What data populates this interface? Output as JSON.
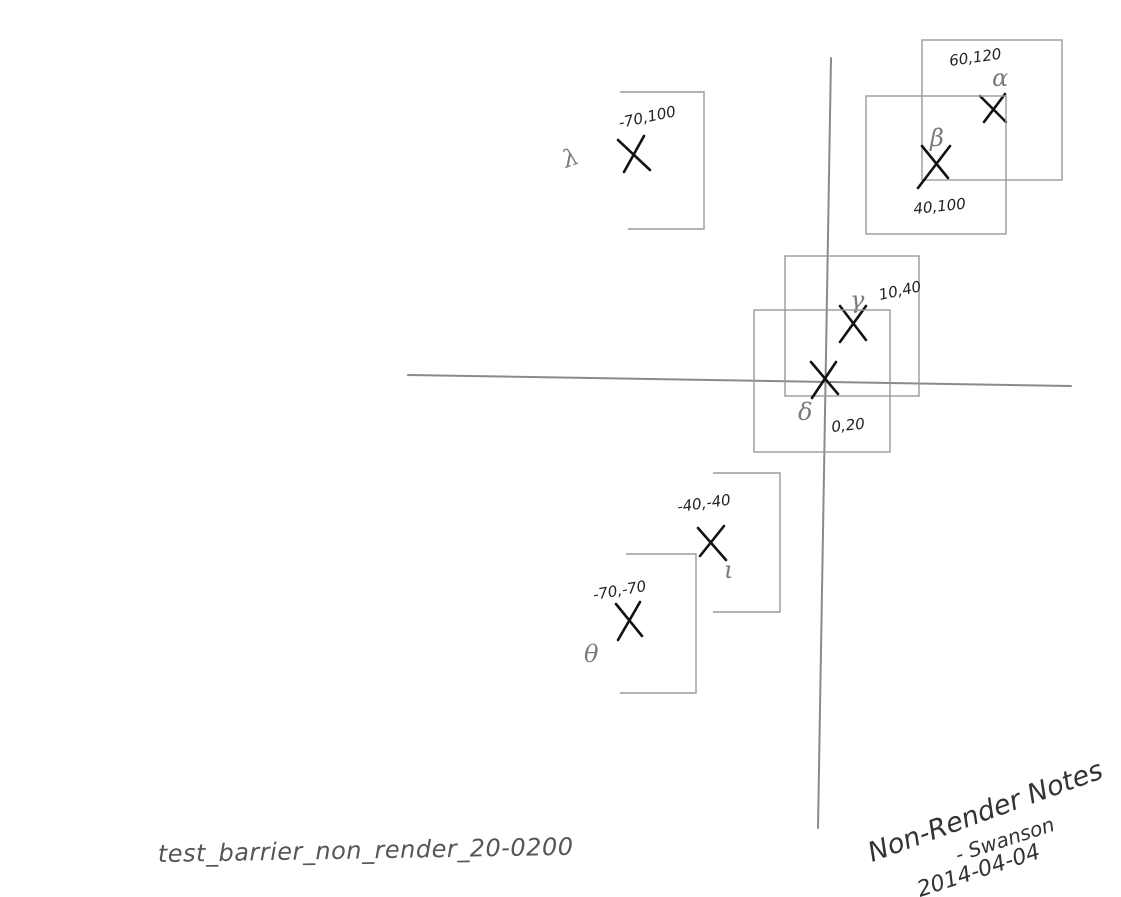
{
  "sketch": {
    "markers": [
      {
        "name": "a",
        "greek": "α",
        "coord": "60,120"
      },
      {
        "name": "b",
        "greek": "β",
        "coord": "40,100"
      },
      {
        "name": "c",
        "greek": "γ",
        "coord": "10,40"
      },
      {
        "name": "d",
        "greek": "δ",
        "coord": "0,20"
      },
      {
        "name": "e",
        "greek": "ι",
        "coord": "-40,-40"
      },
      {
        "name": "f",
        "greek": "θ",
        "coord": "-70,-70"
      },
      {
        "name": "g",
        "greek": "λ",
        "coord": "-70,100"
      }
    ],
    "caption": "test_barrier_non_render_20-0200",
    "notes": {
      "title": "Non-Render Notes",
      "author": "- Swanson",
      "date": "2014-04-04"
    }
  }
}
